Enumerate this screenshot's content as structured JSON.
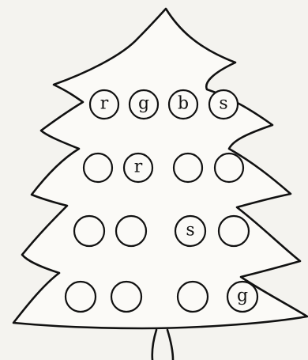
{
  "tree": {
    "colors": {
      "ink": "#111111",
      "paper": "#fbfaf7"
    },
    "rows": [
      {
        "items": [
          "r",
          "g",
          "b",
          "s"
        ]
      },
      {
        "items": [
          "",
          "r",
          "",
          ""
        ]
      },
      {
        "items": [
          "",
          "",
          "s",
          ""
        ]
      },
      {
        "items": [
          "",
          "",
          "",
          "g"
        ]
      }
    ]
  }
}
